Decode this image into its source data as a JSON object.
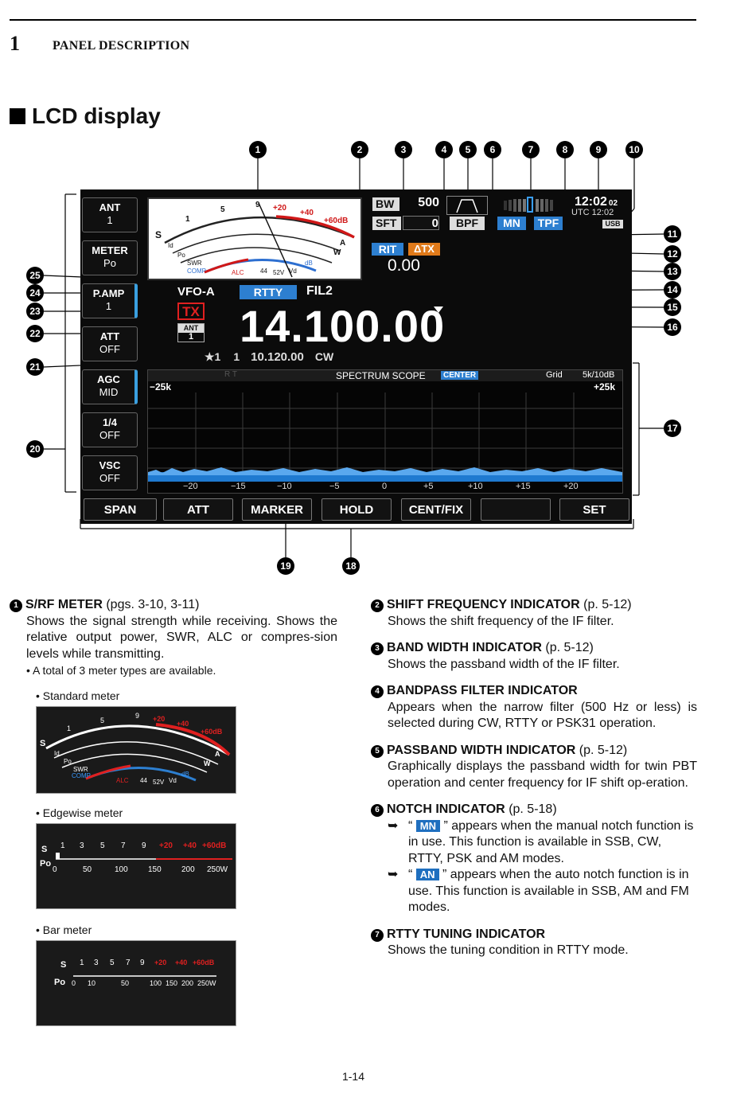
{
  "header": {
    "chapter_num": "1",
    "chapter_title": "PANEL DESCRIPTION"
  },
  "section_title": "LCD display",
  "callouts_top": [
    "1",
    "2",
    "3",
    "4",
    "5",
    "6",
    "7",
    "8",
    "9",
    "10"
  ],
  "callouts_right": [
    "11",
    "12",
    "13",
    "14",
    "15",
    "16",
    "17"
  ],
  "callouts_left": [
    "25",
    "24",
    "23",
    "22",
    "21",
    "20"
  ],
  "callouts_bottom": [
    "19",
    "18"
  ],
  "lcd": {
    "left_buttons": [
      {
        "line1": "ANT",
        "line2": "1"
      },
      {
        "line1": "METER",
        "line2": "Po"
      },
      {
        "line1": "P.AMP",
        "line2": "1"
      },
      {
        "line1": "ATT",
        "line2": "OFF"
      },
      {
        "line1": "AGC",
        "line2": "MID"
      },
      {
        "line1": "1/4",
        "line2": "OFF"
      },
      {
        "line1": "VSC",
        "line2": "OFF"
      }
    ],
    "bottom_buttons": [
      "SPAN",
      "ATT",
      "MARKER",
      "HOLD",
      "CENT/FIX",
      "",
      "SET"
    ],
    "bw_label": "BW",
    "bw_value": "500",
    "sft_label": "SFT",
    "sft_value": "0",
    "bpf": "BPF",
    "mn": "MN",
    "tpf": "TPF",
    "clock": "12:02",
    "clock_sec": "02",
    "utc": "UTC 12:02",
    "usb": "USB",
    "rit": "RIT",
    "dtx": "ΔTX",
    "rit_value": "0.00",
    "vfo": "VFO-A",
    "mode": "RTTY",
    "fil": "FIL2",
    "tx": "TX",
    "ant_small": "ANT",
    "ant_small_num": "1",
    "frequency": "14.100.00",
    "memo": "★1",
    "memo_ch": "1",
    "sub_freq": "10.120.00",
    "sub_mode": "CW",
    "scope_rt": "R  T",
    "scope_title": "SPECTRUM SCOPE",
    "scope_center": "CENTER",
    "scope_grid": "Grid",
    "scope_span": "5k/10dB",
    "scope_left": "−25k",
    "scope_right": "+25k",
    "scope_ticks": [
      "−20",
      "−15",
      "−10",
      "−5",
      "0",
      "+5",
      "+10",
      "+15",
      "+20"
    ],
    "meter_s": "S",
    "meter_scale": [
      "1",
      "5",
      "9",
      "+20",
      "+40",
      "+60dB"
    ],
    "meter_labels": [
      "Id",
      "Po",
      "SWR",
      "COMP",
      "ALC",
      "44",
      "52V",
      "Vd",
      "dB",
      "W",
      "A"
    ]
  },
  "left_col": {
    "n1_title": "S/RF METER",
    "n1_ref": "(pgs. 3-10, 3-11)",
    "n1_body": "Shows the signal strength while receiving. Shows the relative output power, SWR, ALC or compres-sion levels while transmitting.",
    "n1_bullet": "• A total of 3 meter types are available.",
    "std_label": "• Standard meter",
    "edge_label": "• Edgewise meter",
    "bar_label": "• Bar meter"
  },
  "edge_meter": {
    "s": "S",
    "po": "Po",
    "s_ticks": [
      "1",
      "3",
      "5",
      "7",
      "9"
    ],
    "s_red": [
      "+20",
      "+40",
      "+60dB"
    ],
    "po_ticks": [
      "0",
      "50",
      "100",
      "150",
      "200",
      "250W"
    ]
  },
  "bar_meter": {
    "s": "S",
    "po": "Po",
    "s_ticks": [
      "1",
      "3",
      "5",
      "7",
      "9"
    ],
    "s_red": [
      "+20",
      "+40",
      "+60dB"
    ],
    "po_ticks": [
      "0",
      "10",
      "50",
      "100",
      "150",
      "200",
      "250W"
    ]
  },
  "right_col": {
    "n2_title": "SHIFT FREQUENCY INDICATOR",
    "n2_ref": "(p. 5-12)",
    "n2_body": "Shows the shift frequency of the IF filter.",
    "n3_title": "BAND WIDTH INDICATOR",
    "n3_ref": "(p. 5-12)",
    "n3_body": "Shows the passband width of the IF filter.",
    "n4_title": "BANDPASS FILTER INDICATOR",
    "n4_body": "Appears when the narrow filter (500 Hz or less) is selected during CW, RTTY or PSK31 operation.",
    "n5_title": "PASSBAND WIDTH INDICATOR",
    "n5_ref": "(p. 5-12)",
    "n5_body": "Graphically displays the passband width for twin PBT operation and center frequency for IF shift op-eration.",
    "n6_title": "NOTCH INDICATOR",
    "n6_ref": "(p. 5-18)",
    "n6_mn": "MN",
    "n6_mn_text": "” appears when the manual notch function is in use. This function is available in SSB, CW, RTTY, PSK and AM modes.",
    "n6_an": "AN",
    "n6_an_text": "” appears when the auto notch function is in use. This function is available in SSB, AM and FM modes.",
    "n7_title": "RTTY TUNING INDICATOR",
    "n7_body": "Shows the tuning condition in RTTY mode."
  },
  "footer": {
    "page": "1-14"
  }
}
